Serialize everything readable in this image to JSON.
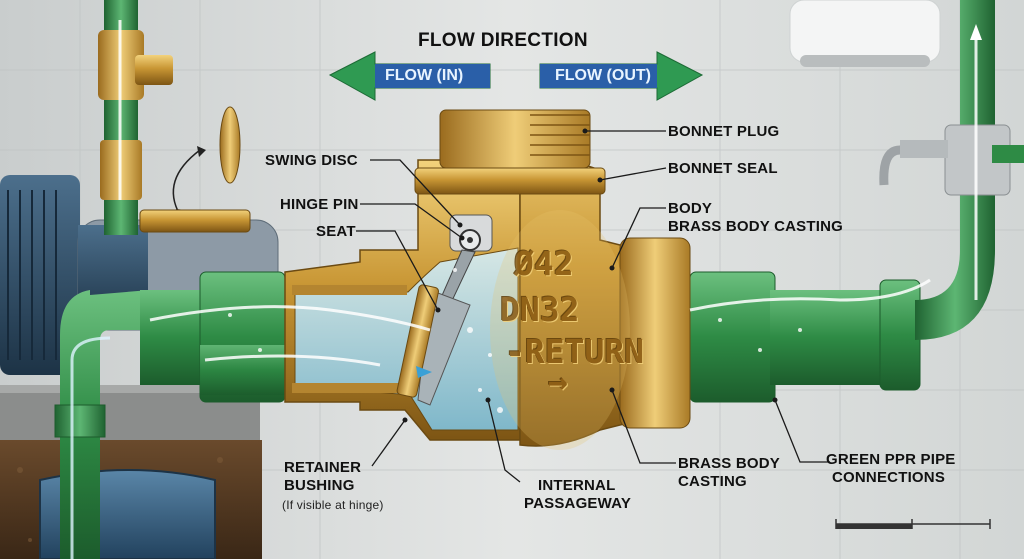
{
  "title": "FLOW DIRECTION",
  "arrows": {
    "in": "FLOW (IN)",
    "out": "FLOW (OUT)"
  },
  "labels": {
    "swing_disc": "SWING DISC",
    "hinge_pin": "HINGE PIN",
    "seat": "SEAT",
    "bonnet_plug": "BONNET PLUG",
    "bonnet_seal": "BONNET SEAL",
    "body_line1": "BODY",
    "body_line2": "BRASS BODY CASTING",
    "retainer_line1": "RETAINER",
    "retainer_line2": "BUSHING",
    "retainer_note": "(If visible at hinge)",
    "passage_line1": "INTERNAL",
    "passage_line2": "PASSAGEWAY",
    "casting_line1": "BRASS BODY",
    "casting_line2": "CASTING",
    "pipe_line1": "GREEN PPR PIPE",
    "pipe_line2": "CONNECTIONS"
  },
  "body_markings": {
    "size": "Ø42",
    "dn": "DN32",
    "type": "-RETURN",
    "arrow": "→"
  },
  "colors": {
    "arrow_in": "#2f9a52",
    "arrow_out": "#2a6fb8",
    "pipe_green": "#2e8b45",
    "brass": "#c99a3a",
    "water": "#9fd7ec"
  }
}
